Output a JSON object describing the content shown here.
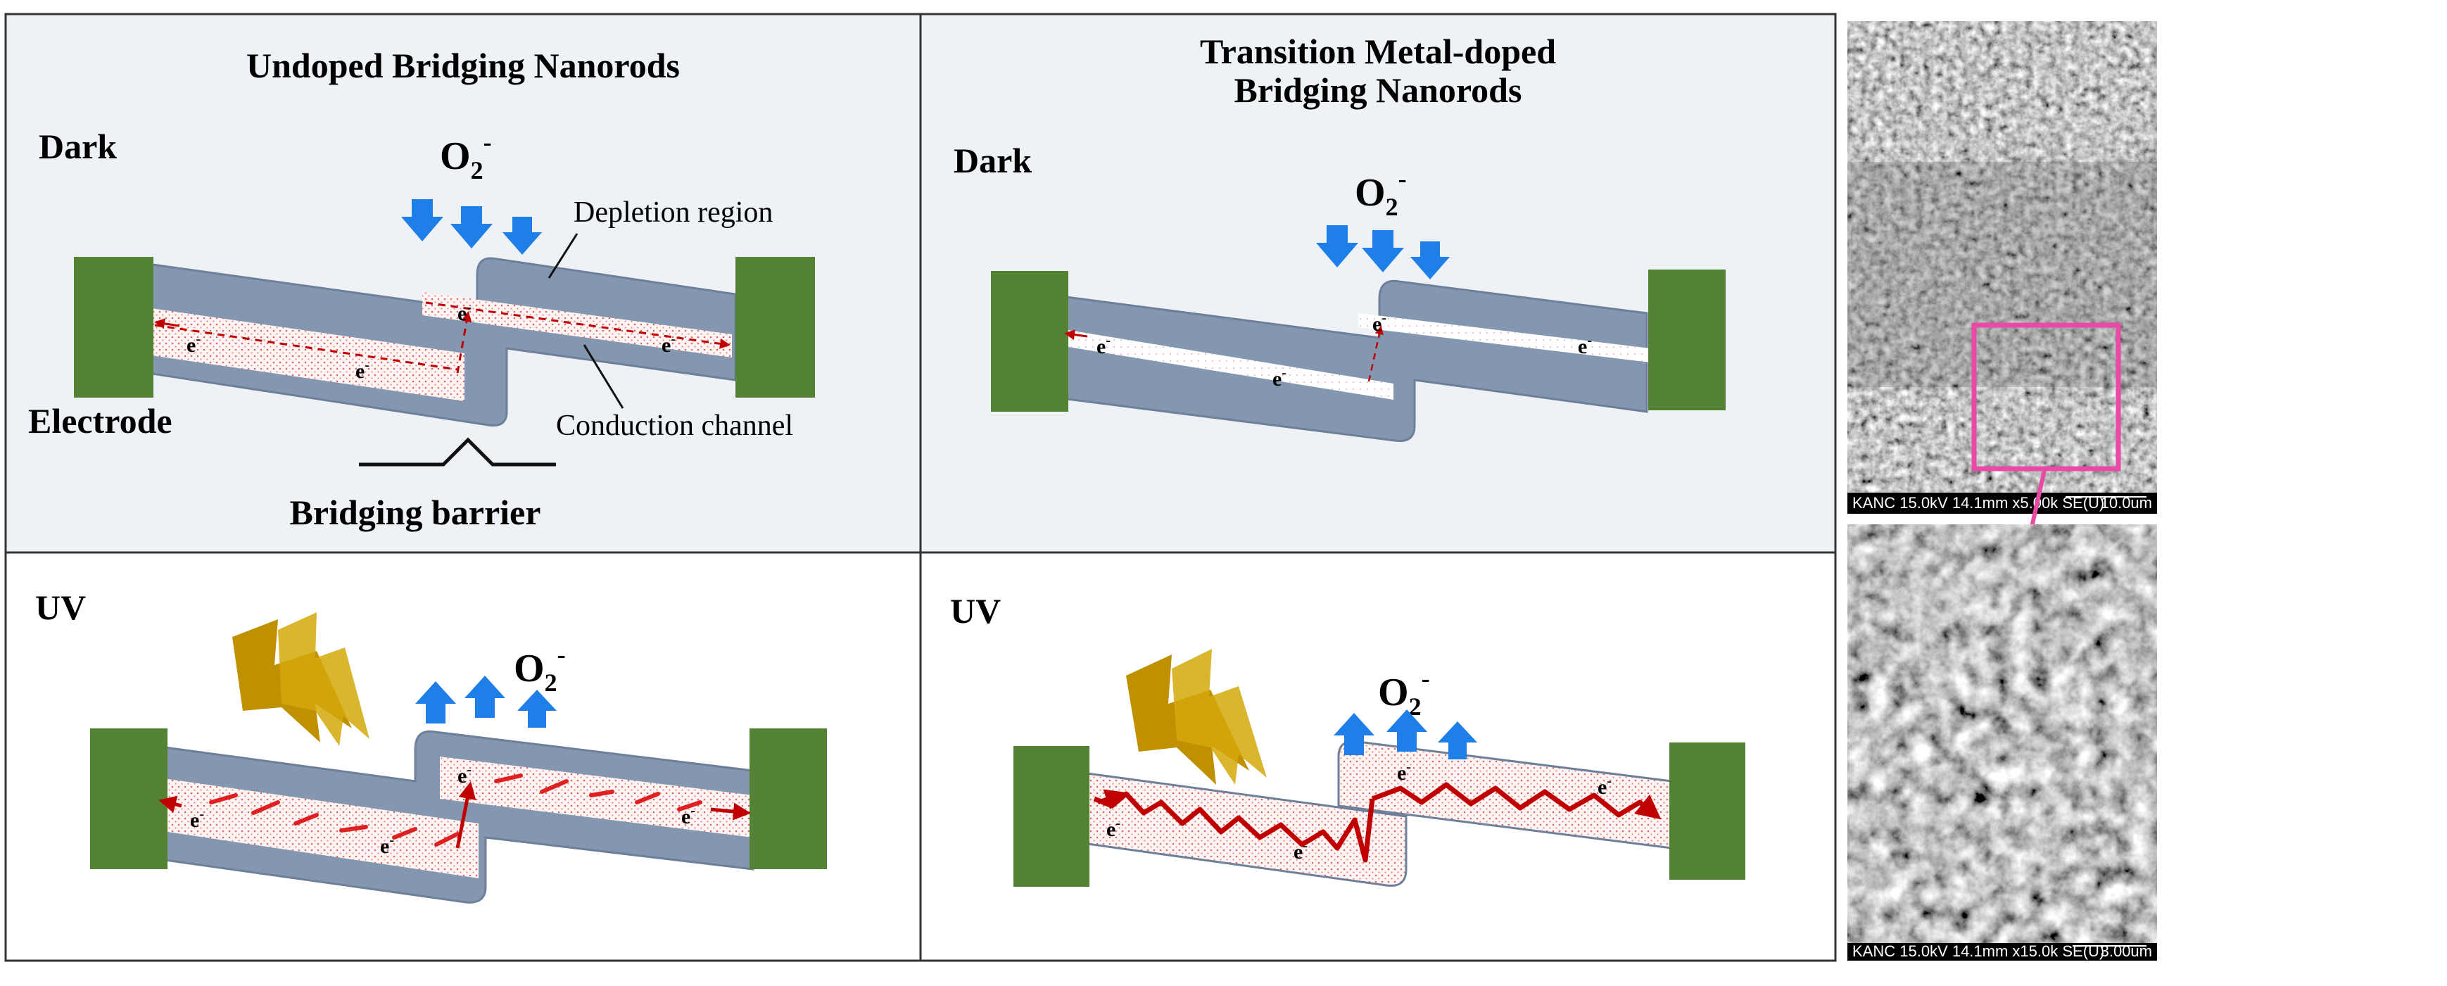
{
  "panels": {
    "undoped_title": "Undoped Bridging Nanorods",
    "doped_title_line1": "Transition Metal-doped",
    "doped_title_line2": "Bridging Nanorods",
    "dark": "Dark",
    "uv": "UV",
    "electrode": "Electrode",
    "depletion_region": "Depletion region",
    "conduction_channel": "Conduction channel",
    "bridging_barrier": "Bridging barrier",
    "o2_base": "O",
    "o2_sub": "2",
    "o2_sup": "-",
    "electron_base": "e",
    "electron_sup": "-"
  },
  "sem": {
    "top_info": "KANC 15.0kV 14.1mm x5.00k SE(U)",
    "top_scale": "10.0um",
    "bottom_info": "KANC 15.0kV 14.1mm x15.0k SE(U)",
    "bottom_scale": "3.00um"
  },
  "colors": {
    "electrode": "#548235",
    "shell": "#8497b0",
    "shell_edge": "#6d7f99",
    "electron_path": "#c00000",
    "oxygen_arrow": "#1f7fe8",
    "lightning": "#bf9000",
    "highlight_box": "#e94aa3",
    "panel_bg": "#eef2f6"
  }
}
